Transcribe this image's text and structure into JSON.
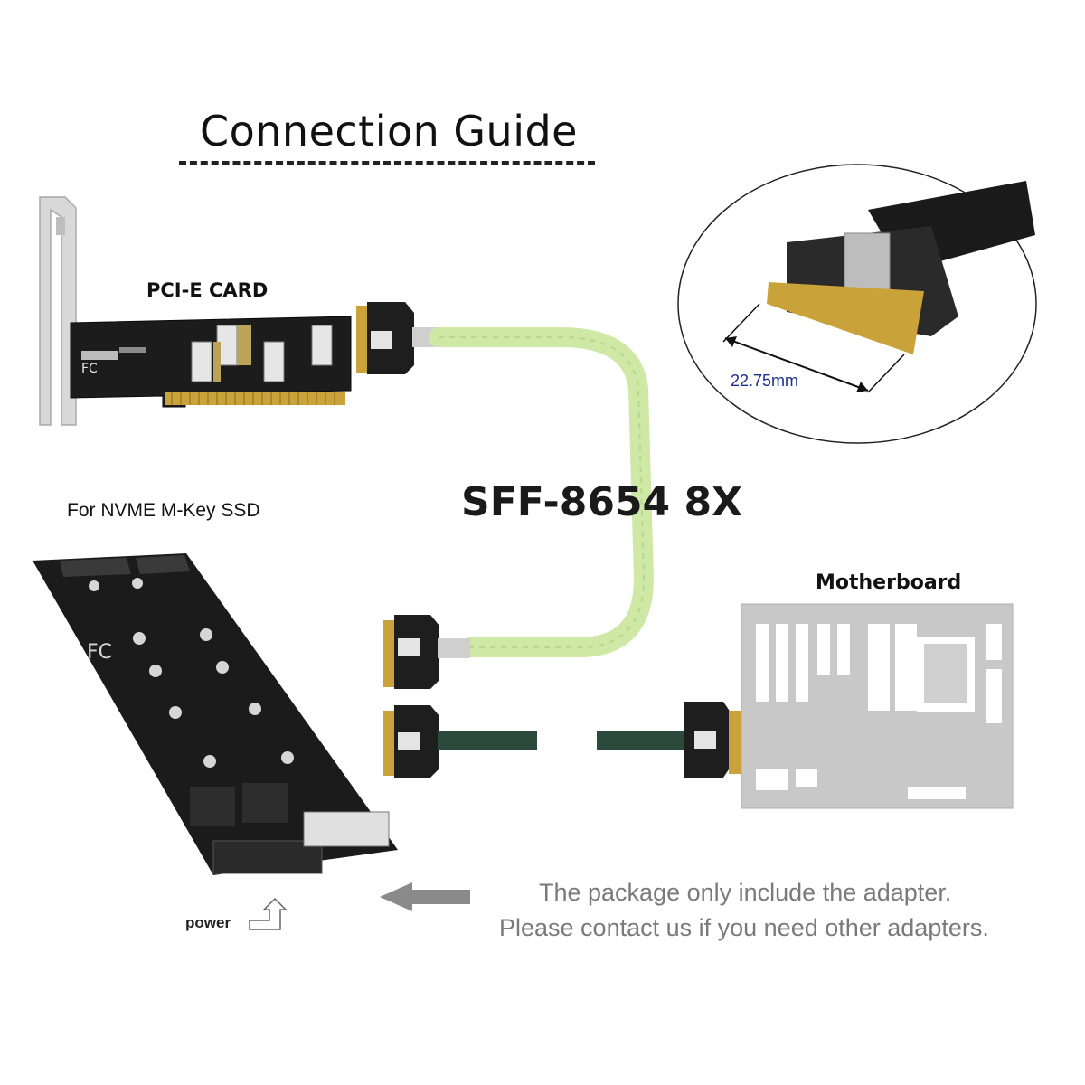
{
  "title": "Connection Guide",
  "labels": {
    "pcie_card": "PCI-E CARD",
    "nvme": "For NVME M-Key SSD",
    "cable": "SFF-8654 8X",
    "motherboard": "Motherboard",
    "power": "power",
    "dimension": "22.75mm"
  },
  "note": {
    "line1": "The package only include the adapter.",
    "line2": "Please contact us if you need other adapters."
  },
  "colors": {
    "pcb": "#1c1c1c",
    "gold": "#c9a23a",
    "cable_green": "#cfe8a6",
    "cable_dark": "#2c4a3c",
    "motherboard_gray": "#c8c8c8",
    "dimension_text": "#1d2e8a",
    "arrow_gray": "#8a8a8a"
  }
}
